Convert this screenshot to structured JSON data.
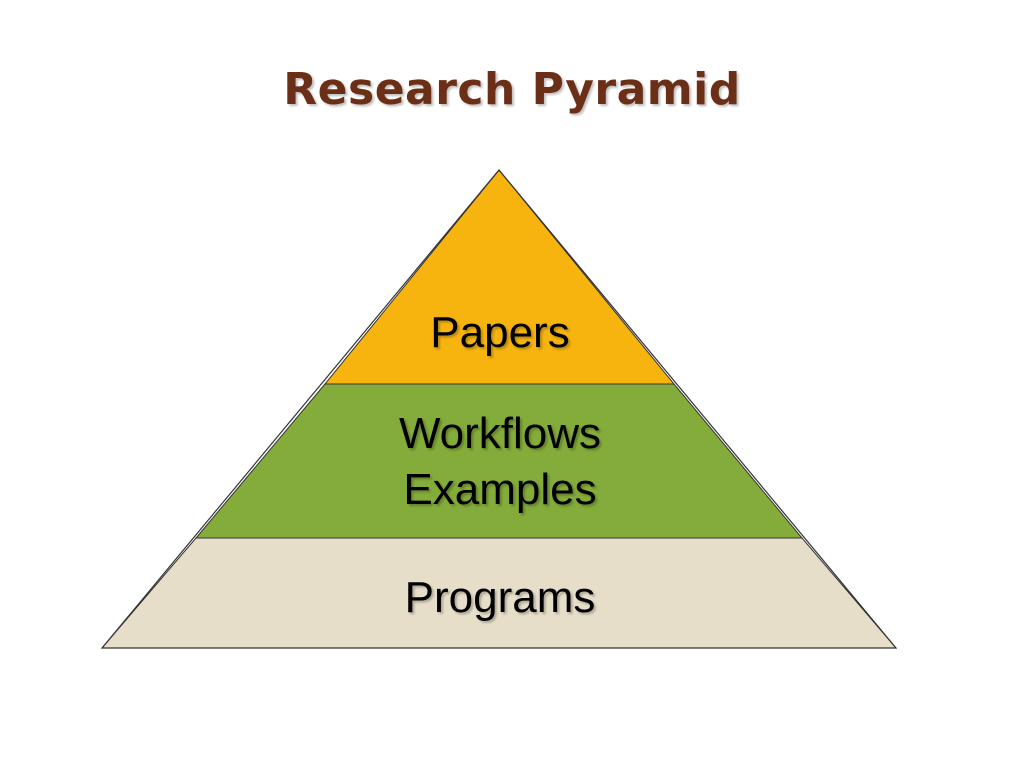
{
  "slide": {
    "title": "Research Pyramid"
  },
  "pyramid": {
    "tiers": [
      {
        "id": "top",
        "lines": [
          "Papers"
        ],
        "color": "#F7B40F"
      },
      {
        "id": "middle",
        "lines": [
          "Workflows",
          "Examples"
        ],
        "color": "#84AC3A"
      },
      {
        "id": "bottom",
        "lines": [
          "Programs"
        ],
        "color": "#E7DECA"
      }
    ],
    "outline_color": "#333333",
    "title_color": "#6B2E16"
  }
}
